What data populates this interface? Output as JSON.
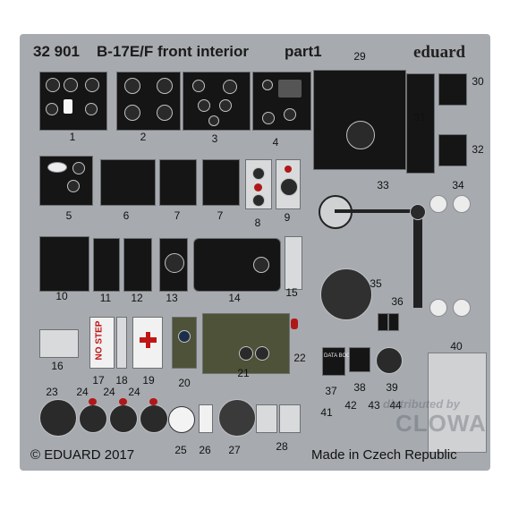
{
  "header": {
    "set_number": "32 901",
    "title": "B-17E/F front interior",
    "part": "part1",
    "brand": "eduard"
  },
  "footer": {
    "copyright": "© EDUARD 2017",
    "origin": "Made in Czech Republic"
  },
  "watermark": {
    "line1": "distributed by",
    "line2": "CLOWA"
  },
  "part_labels": [
    "1",
    "2",
    "3",
    "4",
    "5",
    "6",
    "7",
    "7",
    "8",
    "9",
    "10",
    "11",
    "12",
    "13",
    "14",
    "15",
    "16",
    "17",
    "18",
    "19",
    "20",
    "21",
    "22",
    "23",
    "24",
    "24",
    "24",
    "25",
    "26",
    "27",
    "28",
    "29",
    "30",
    "31",
    "32",
    "33",
    "34",
    "35",
    "36",
    "37",
    "38",
    "39",
    "40",
    "41",
    "42",
    "43",
    "44"
  ],
  "markings": {
    "no_step": "NO STEP",
    "data_book": "DATA BOOK"
  },
  "colors": {
    "fret": "#a7abaf",
    "panel_black": "#151515",
    "olive": "#4d5238",
    "red": "#b01818",
    "silver": "#d9dadb"
  }
}
